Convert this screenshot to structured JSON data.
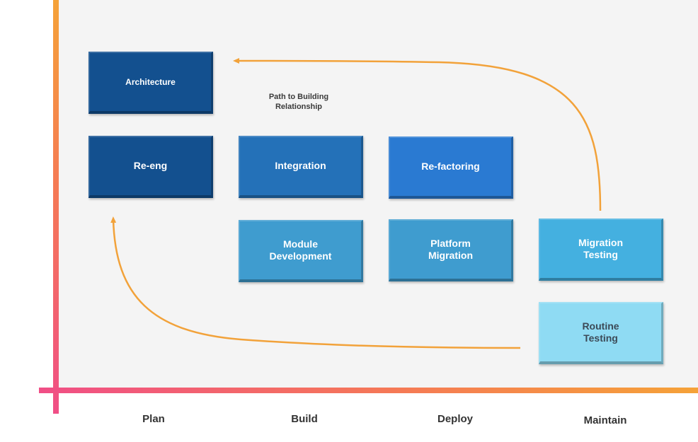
{
  "diagram": {
    "path_label": "Path to Building\nRelationship",
    "boxes": {
      "architecture": "Architecture",
      "re_eng": "Re-eng",
      "integration": "Integration",
      "re_factoring": "Re-factoring",
      "module_development": "Module\nDevelopment",
      "platform_migration": "Platform\nMigration",
      "migration_testing": "Migration\nTesting",
      "routine_testing": "Routine\nTesting"
    },
    "phases": [
      "Plan",
      "Build",
      "Deploy",
      "Maintain"
    ],
    "colors": {
      "arrow": "#f2a23a",
      "axis_pink": "#f04e86",
      "axis_orange": "#f5a238",
      "box_dark": "#13508f",
      "box_mid": "#2471b8",
      "box_bright": "#2a7ad2",
      "box_light": "#3f9ccf",
      "box_sky": "#44b0e0",
      "box_pale": "#8fdbf3"
    }
  }
}
